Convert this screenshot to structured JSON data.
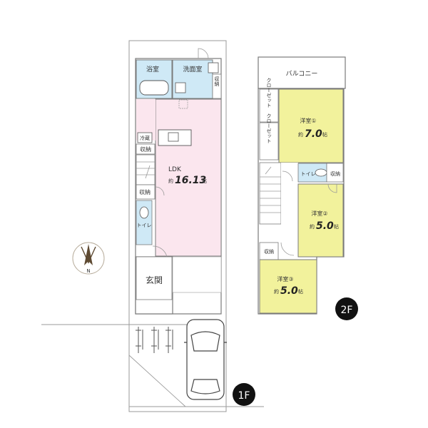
{
  "floor1": {
    "badge": "1F",
    "bath": "浴室",
    "washroom": "洗面室",
    "storage_wash": "収納",
    "fridge": "冷蔵",
    "storage_a": "収納",
    "ldk_label": "LDK",
    "ldk_size_prefix": "約",
    "ldk_size": "16.13",
    "ldk_size_unit": "帖",
    "storage_b": "収納",
    "toilet": "トイレ",
    "entrance": "玄関"
  },
  "floor2": {
    "badge": "2F",
    "balcony": "バルコニー",
    "closet1": "クローゼット",
    "closet2": "クローゼット",
    "room1_name": "洋室①",
    "room1_prefix": "約",
    "room1_size": "7.0",
    "room1_unit": "帖",
    "toilet": "トイレ",
    "storage_a": "収納",
    "room2_name": "洋室②",
    "room2_prefix": "約",
    "room2_size": "5.0",
    "room2_unit": "帖",
    "storage_b": "収納",
    "room3_name": "洋室③",
    "room3_prefix": "約",
    "room3_size": "5.0",
    "room3_unit": "帖"
  },
  "compass": {
    "letter": "N"
  },
  "colors": {
    "ldk": "#fbe6ee",
    "wet": "#cfe9f6",
    "rooms": "#f2f29c",
    "badge": "#111111"
  }
}
